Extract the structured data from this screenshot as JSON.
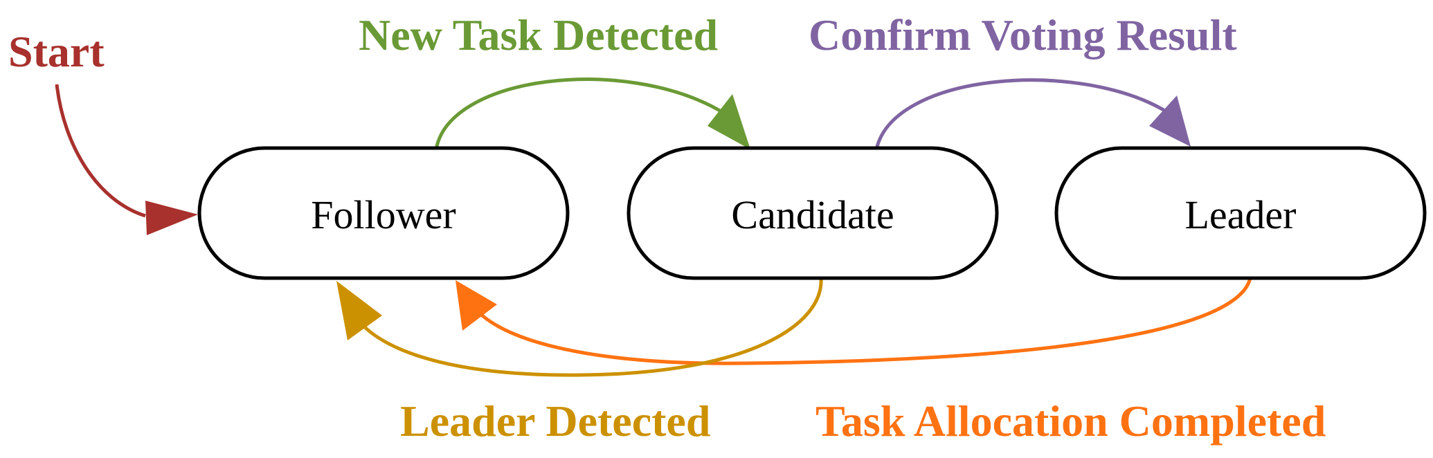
{
  "states": {
    "follower": "Follower",
    "candidate": "Candidate",
    "leader": "Leader"
  },
  "transitions": {
    "start": {
      "label": "Start",
      "color": "#a8312d"
    },
    "new_task": {
      "label": "New Task Detected",
      "color": "#6a9a35"
    },
    "confirm_vote": {
      "label": "Confirm Voting Result",
      "color": "#8064a2"
    },
    "leader_detected": {
      "label": "Leader Detected",
      "color": "#cc9100"
    },
    "task_alloc": {
      "label": "Task Allocation Completed",
      "color": "#ff7212"
    }
  }
}
